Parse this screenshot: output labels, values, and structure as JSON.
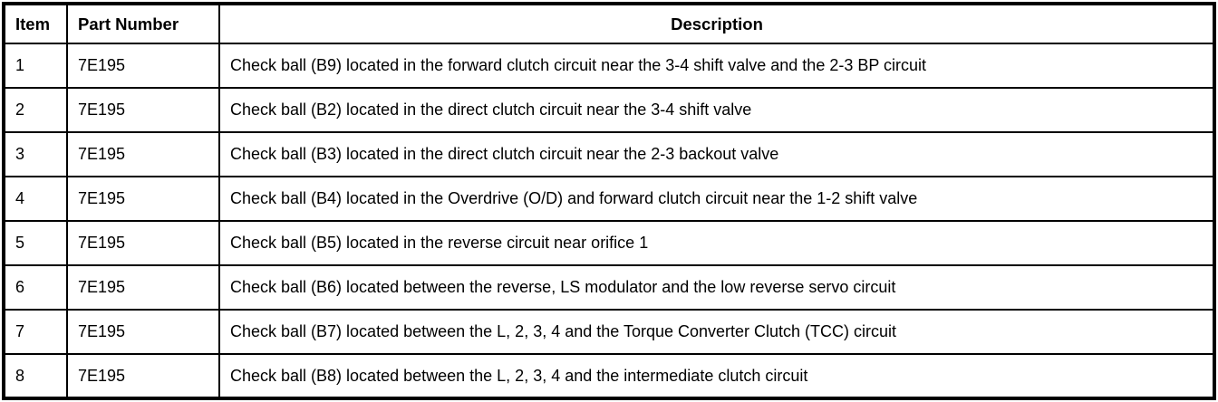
{
  "table": {
    "columns": {
      "item": "Item",
      "part_number": "Part Number",
      "description": "Description"
    },
    "rows": [
      {
        "item": "1",
        "part_number": "7E195",
        "description": "Check ball (B9) located in the forward clutch circuit near the 3-4 shift valve and the 2-3 BP circuit"
      },
      {
        "item": "2",
        "part_number": "7E195",
        "description": "Check ball (B2) located in the direct clutch circuit near the 3-4 shift valve"
      },
      {
        "item": "3",
        "part_number": "7E195",
        "description": "Check ball (B3) located in the direct clutch circuit near the 2-3 backout valve"
      },
      {
        "item": "4",
        "part_number": "7E195",
        "description": "Check ball (B4) located in the Overdrive (O/D) and forward clutch circuit near the 1-2 shift valve"
      },
      {
        "item": "5",
        "part_number": "7E195",
        "description": "Check ball (B5) located in the reverse circuit near orifice 1"
      },
      {
        "item": "6",
        "part_number": "7E195",
        "description": "Check ball (B6) located between the reverse, LS modulator and the low reverse servo circuit"
      },
      {
        "item": "7",
        "part_number": "7E195",
        "description": "Check ball (B7) located between the L, 2, 3, 4 and the Torque Converter Clutch (TCC) circuit"
      },
      {
        "item": "8",
        "part_number": "7E195",
        "description": "Check ball (B8) located between the L, 2, 3, 4 and the intermediate clutch circuit"
      }
    ]
  },
  "colors": {
    "border": "#000000",
    "background": "#ffffff",
    "text": "#000000"
  }
}
